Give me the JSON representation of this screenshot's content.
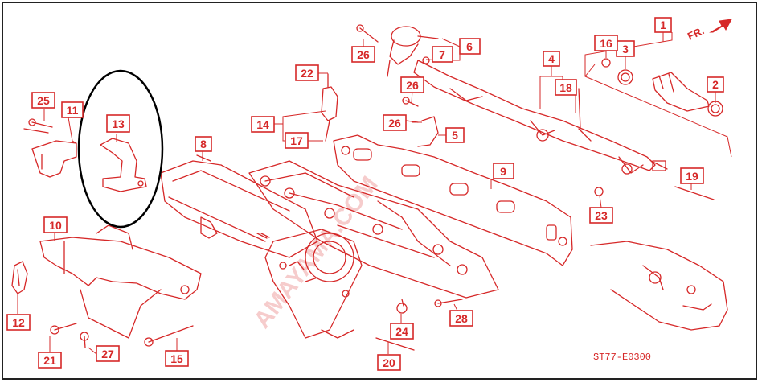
{
  "diagram_code": "ST77-E0300",
  "direction_label": "FR.",
  "watermark": "AMAYAMA.COM",
  "colors": {
    "accent": "#d62828",
    "frame": "#222222",
    "highlight": "#000000"
  },
  "callouts": [
    {
      "id": "1",
      "label": "1"
    },
    {
      "id": "2",
      "label": "2"
    },
    {
      "id": "3",
      "label": "3"
    },
    {
      "id": "4",
      "label": "4"
    },
    {
      "id": "5",
      "label": "5"
    },
    {
      "id": "6",
      "label": "6"
    },
    {
      "id": "7",
      "label": "7"
    },
    {
      "id": "8",
      "label": "8"
    },
    {
      "id": "9",
      "label": "9"
    },
    {
      "id": "10",
      "label": "10"
    },
    {
      "id": "11",
      "label": "11"
    },
    {
      "id": "12",
      "label": "12"
    },
    {
      "id": "13",
      "label": "13"
    },
    {
      "id": "14",
      "label": "14"
    },
    {
      "id": "15",
      "label": "15"
    },
    {
      "id": "16",
      "label": "16"
    },
    {
      "id": "17",
      "label": "17"
    },
    {
      "id": "18",
      "label": "18"
    },
    {
      "id": "19",
      "label": "19"
    },
    {
      "id": "20",
      "label": "20"
    },
    {
      "id": "21",
      "label": "21"
    },
    {
      "id": "22",
      "label": "22"
    },
    {
      "id": "23",
      "label": "23"
    },
    {
      "id": "24",
      "label": "24"
    },
    {
      "id": "25",
      "label": "25"
    },
    {
      "id": "26a",
      "label": "26"
    },
    {
      "id": "26b",
      "label": "26"
    },
    {
      "id": "26c",
      "label": "26"
    },
    {
      "id": "27",
      "label": "27"
    },
    {
      "id": "28",
      "label": "28"
    }
  ]
}
